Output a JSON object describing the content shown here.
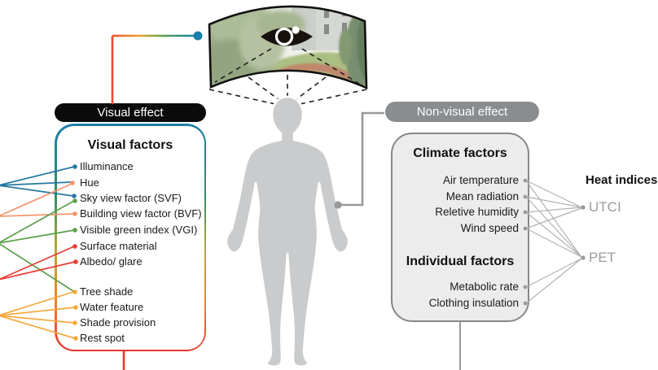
{
  "figure": {
    "visual_effect": {
      "pill_label": "Visual effect",
      "box_title": "Visual factors",
      "factors": [
        "Illuminance",
        "Hue",
        "Sky view factor (SVF)",
        "Building view factor (BVF)",
        "Visible green index (VGI)",
        "Surface material",
        "Albedo/ glare",
        "Tree shade",
        "Water feature",
        "Shade provision",
        "Rest spot"
      ]
    },
    "non_visual_effect": {
      "pill_label": "Non-visual effect",
      "climate_title": "Climate factors",
      "climate_factors": [
        "Air temperature",
        "Mean radiation",
        "Reletive humidity",
        "Wind speed"
      ],
      "individual_title": "Individual factors",
      "individual_factors": [
        "Metabolic rate",
        "Clothing insulation"
      ]
    },
    "heat_indices": {
      "title": "Heat indices",
      "items": [
        "UTCI",
        "PET"
      ]
    },
    "icons": [
      "eye-icon",
      "panorama-view",
      "human-silhouette"
    ],
    "links": {
      "visual_line_groups": [
        {
          "color_name": "blue",
          "color": "#2679a2",
          "targets": [
            "Illuminance",
            "Hue",
            "Sky view factor (SVF)"
          ]
        },
        {
          "color_name": "salmon",
          "color": "#f5936b",
          "targets": [
            "Hue",
            "Building view factor (BVF)"
          ]
        },
        {
          "color_name": "green",
          "color": "#5ba04b",
          "targets": [
            "Sky view factor (SVF)",
            "Visible green index (VGI)",
            "Tree shade"
          ]
        },
        {
          "color_name": "red",
          "color": "#e93c33",
          "targets": [
            "Surface material",
            "Albedo/ glare"
          ]
        },
        {
          "color_name": "amber",
          "color": "#f4a93d",
          "targets": [
            "Tree shade",
            "Water feature",
            "Shade provision",
            "Rest spot"
          ]
        }
      ],
      "heat_links": [
        {
          "from": "Air temperature",
          "to": [
            "UTCI",
            "PET"
          ]
        },
        {
          "from": "Mean radiation",
          "to": [
            "UTCI",
            "PET"
          ]
        },
        {
          "from": "Reletive humidity",
          "to": [
            "UTCI",
            "PET"
          ]
        },
        {
          "from": "Wind speed",
          "to": [
            "UTCI",
            "PET"
          ]
        },
        {
          "from": "Metabolic rate",
          "to": [
            "PET"
          ]
        },
        {
          "from": "Clothing insulation",
          "to": [
            "PET"
          ]
        }
      ]
    },
    "colors": {
      "visual_pill_bg": "#0b0b0b",
      "nonvisual_pill_bg": "#8a8d8f",
      "visual_box_border_gradient": [
        "#1d7fa7",
        "#2e9060",
        "#b5a93c",
        "#ef8430",
        "#e5342e"
      ],
      "nonvisual_box_bg": "#ececec",
      "nonvisual_box_border": "#84888b",
      "silhouette": "#c9cbcc",
      "heat_link_gray": "#b3b3b3",
      "index_text_gray": "#9b9b9b",
      "connector_teal_dot": "#1a7fa8"
    }
  }
}
